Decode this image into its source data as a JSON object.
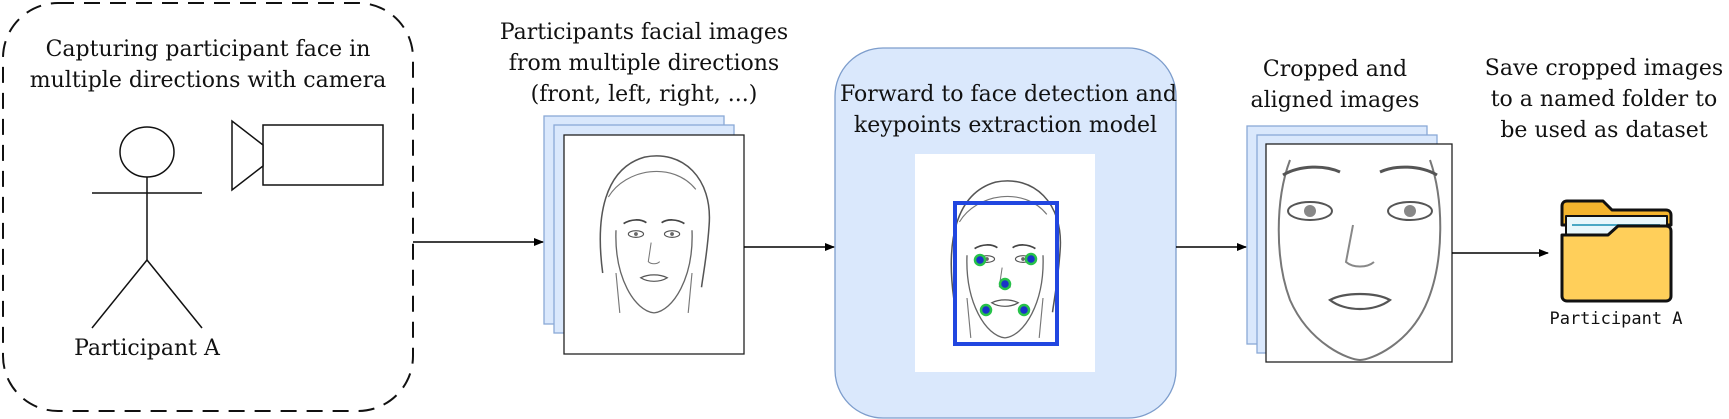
{
  "stage1": {
    "caption": [
      "Capturing participant face in",
      "multiple directions with camera"
    ],
    "participant": "Participant A"
  },
  "stage2": {
    "caption": [
      "Participants facial images",
      "from multiple directions",
      "(front, left, right, ...)"
    ]
  },
  "stage3": {
    "caption": [
      "Forward to face detection and",
      "keypoints extraction model"
    ]
  },
  "stage4": {
    "caption": [
      "Cropped and",
      "aligned images"
    ]
  },
  "stage5": {
    "caption": [
      "Save cropped images",
      "to a named folder to",
      "be used as dataset"
    ],
    "folder_label": "Participant A"
  },
  "colors": {
    "stack_fill": "#dae8fc",
    "stack_stroke": "#8aa9d6",
    "model_fill": "#dae8fc",
    "model_stroke": "#7d9dcc",
    "bbox": "#2146e0",
    "keypoint": "#1a33c9",
    "keypoint_ring": "#27c24a",
    "folder_fill": "#ffcf5a",
    "folder_stroke": "#111111",
    "paper": "#e8f7fb"
  }
}
